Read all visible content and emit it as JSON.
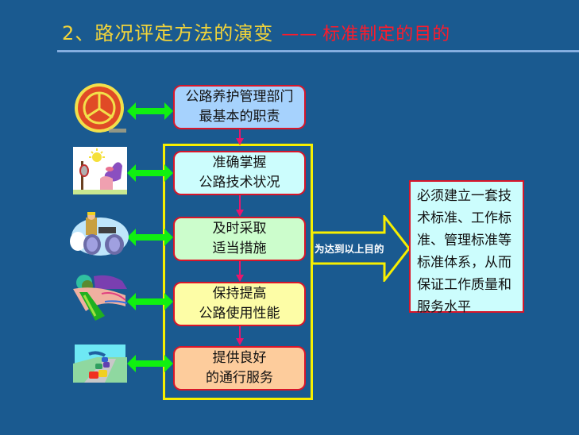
{
  "header": {
    "title": "2、路况评定方法的演变",
    "dash": "——",
    "subtitle": "标准制定的目的",
    "title_color": "#f2d43a",
    "subtitle_color": "#ff1a2a"
  },
  "flow": {
    "top_box": {
      "line1": "公路养护管理部门",
      "line2": "最基本的职责",
      "color": "#a6d2fd"
    },
    "steps": [
      {
        "line1": "准确掌握",
        "line2": "公路技术状况",
        "color": "#ccfdfd"
      },
      {
        "line1": "及时采取",
        "line2": "适当措施",
        "color": "#ccfdcc"
      },
      {
        "line1": "保持提高",
        "line2": "公路使用性能",
        "color": "#fdfda6"
      },
      {
        "line1": "提供良好",
        "line2": "的通行服务",
        "color": "#fdcc9c"
      }
    ]
  },
  "arrow": {
    "label": "为达到以上目的"
  },
  "result": {
    "lines": [
      "必须建立一套技",
      "术标准、工作标",
      "准、管理标准等",
      "标准体系，从而",
      "保证工作质量和",
      "服务水平"
    ]
  },
  "images": [
    {
      "icon": "traffic-emblem-icon"
    },
    {
      "icon": "ostrich-cartoon-icon"
    },
    {
      "icon": "road-roller-icon"
    },
    {
      "icon": "landscape-road-icon"
    },
    {
      "icon": "traffic-cars-icon"
    }
  ],
  "colors": {
    "background": "#1a5a90",
    "frame": "#f7ef00",
    "connector": "#e8166c",
    "double_arrow": "#10f010",
    "box_border": "#d8162a"
  }
}
